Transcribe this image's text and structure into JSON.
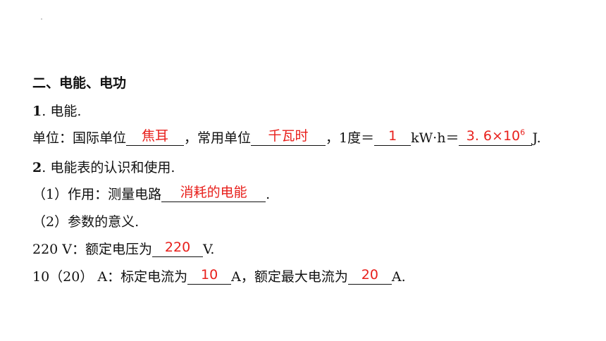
{
  "section_heading": "二、电能、电功",
  "item1": {
    "number": "1",
    "title": ". 电能."
  },
  "units": {
    "prefix": "单位：国际单位",
    "si_answer": "焦耳",
    "mid": "，常用单位",
    "common_answer": "千瓦时",
    "deg_prefix": "，1度＝",
    "deg_answer": "1",
    "kwh_text": "kW·h＝",
    "joule_answer_base": "3. 6×10",
    "joule_answer_exp": "6",
    "suffix": "J."
  },
  "item2": {
    "number": "2",
    "title": ". 电能表的认识和使用."
  },
  "function_line": {
    "prefix": "（1）作用：测量电路",
    "answer": "消耗的电能",
    "suffix": "."
  },
  "params_line": {
    "text": "（2）参数的意义."
  },
  "voltage_line": {
    "prefix": "220 V：额定电压为",
    "answer": "220",
    "suffix": "V."
  },
  "current_line": {
    "prefix": "10（20） A：标定电流为",
    "answer1": "10",
    "mid": "A，额定最大电流为",
    "answer2": "20",
    "suffix": "A."
  },
  "colors": {
    "answer": "#e8201c",
    "text": "#111111"
  }
}
